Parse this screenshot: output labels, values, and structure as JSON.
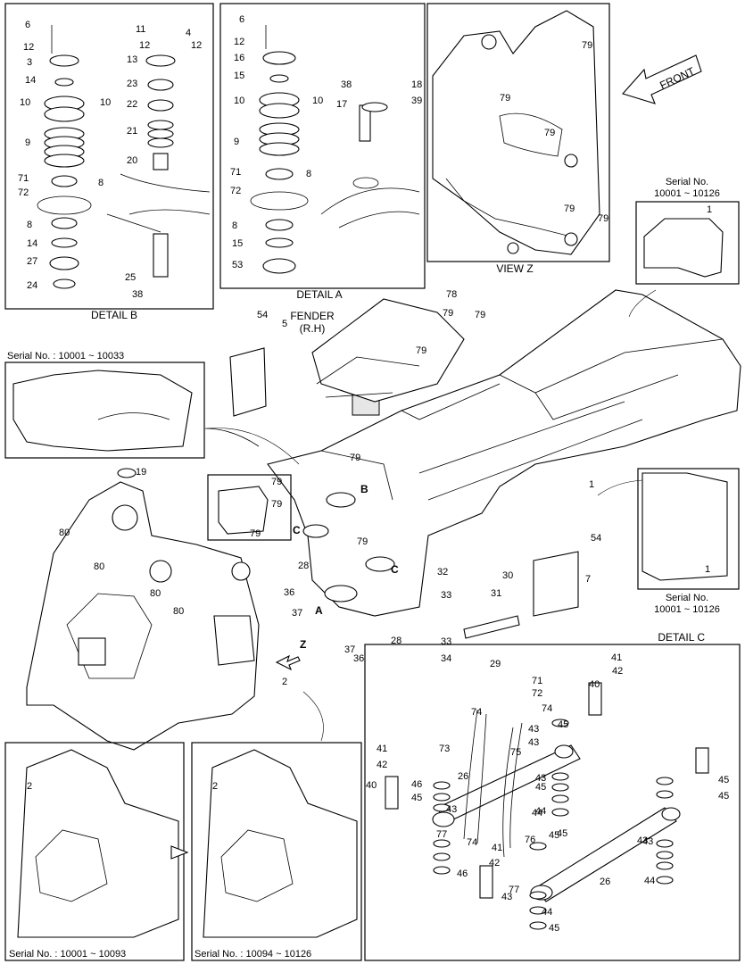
{
  "captions": {
    "detail_b": "DETAIL B",
    "detail_a": "DETAIL A",
    "detail_c": "DETAIL C",
    "view_z": "VIEW Z",
    "front": "FRONT",
    "fender": "FENDER",
    "fender_side": "(R.H)",
    "serial_top_right_1": "Serial No.",
    "serial_top_right_2": "10001 ~ 10126",
    "serial_left": "Serial No. : 10001 ~ 10033",
    "serial_mid_right_1": "Serial No.",
    "serial_mid_right_2": "10001 ~ 10126",
    "serial_bottom_left": "Serial No. : 10001 ~ 10093",
    "serial_bottom_mid": "Serial No. : 10094 ~ 10126",
    "marker_a": "A",
    "marker_b": "B",
    "marker_c": "C",
    "marker_z": "Z"
  },
  "callouts": {
    "detail_b": [
      "6",
      "12",
      "3",
      "14",
      "10",
      "10",
      "9",
      "71",
      "72",
      "8",
      "8",
      "14",
      "27",
      "24",
      "11",
      "4",
      "12",
      "12",
      "13",
      "23",
      "22",
      "21",
      "20",
      "25",
      "38"
    ],
    "detail_a": [
      "6",
      "12",
      "16",
      "15",
      "10",
      "10",
      "9",
      "71",
      "72",
      "8",
      "8",
      "15",
      "53",
      "38",
      "18",
      "17",
      "39"
    ],
    "view_z": [
      "79",
      "79",
      "79",
      "79",
      "79"
    ],
    "main": [
      "54",
      "5",
      "78",
      "79",
      "79",
      "79",
      "1",
      "1",
      "1",
      "19",
      "80",
      "80",
      "80",
      "80",
      "79",
      "79",
      "79",
      "28",
      "36",
      "37",
      "32",
      "33",
      "31",
      "30",
      "7",
      "54",
      "28",
      "37",
      "36",
      "33",
      "34",
      "29",
      "2",
      "79",
      "79"
    ],
    "detail_c": [
      "41",
      "42",
      "40",
      "71",
      "72",
      "74",
      "74",
      "45",
      "43",
      "73",
      "75",
      "43",
      "45",
      "44",
      "41",
      "42",
      "40",
      "46",
      "45",
      "43",
      "26",
      "43",
      "44",
      "45",
      "45",
      "43",
      "77",
      "74",
      "41",
      "42",
      "76",
      "46",
      "77",
      "45",
      "43",
      "44",
      "26",
      "45",
      "43",
      "44",
      "45"
    ],
    "bottom": [
      "2",
      "2"
    ]
  }
}
